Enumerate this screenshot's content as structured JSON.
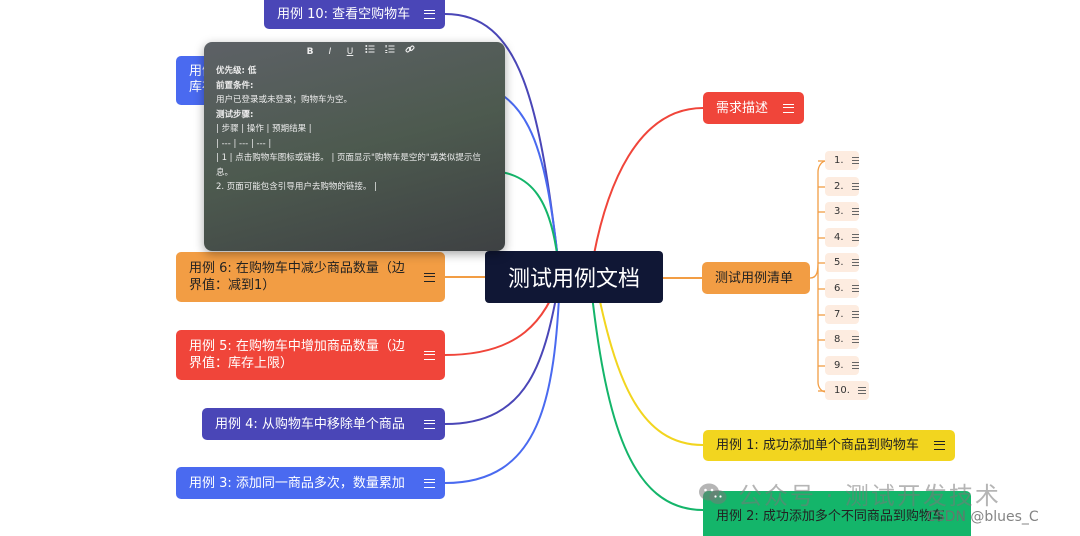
{
  "center": {
    "title": "测试用例文档"
  },
  "right_nodes": {
    "requirements": "需求描述",
    "testcase_list": "测试用例清单",
    "case1": "用例 1: 成功添加单个商品到购物车",
    "case2": "用例 2: 成功添加多个不同商品到购物车"
  },
  "left_nodes": {
    "case10": "用例 10: 查看空购物车",
    "case_hidden_prefix": "用例",
    "case_hidden_line2": "库存",
    "case6": "用例 6: 在购物车中减少商品数量（边界值：减到1）",
    "case5": "用例 5: 在购物车中增加商品数量（边界值：库存上限）",
    "case4": "用例 4: 从购物车中移除单个商品",
    "case3": "用例 3: 添加同一商品多次，数量累加"
  },
  "list_items": [
    "1.",
    "2.",
    "3.",
    "4.",
    "5.",
    "6.",
    "7.",
    "8.",
    "9.",
    "10."
  ],
  "popup": {
    "toolbar": [
      "B",
      "I",
      "U",
      "bullet-list-icon",
      "numbered-list-icon",
      "link-icon"
    ],
    "priority": "优先级: 低",
    "precondition_title": "前置条件:",
    "precondition": "用户已登录或未登录；购物车为空。",
    "steps_title": "测试步骤:",
    "table_header": "| 步骤 | 操作 | 预期结果 |",
    "table_sep": "| --- | --- | --- |",
    "row1": "| 1 | 点击购物车图标或链接。 | 页面显示\"购物车是空的\"或类似提示信息。",
    "row2": "2. 页面可能包含引导用户去购物的链接。 |"
  },
  "watermark": {
    "wechat": "公众号 · 测试开发技术",
    "csdn": "CSDN @blues_C"
  },
  "colors": {
    "center_bg": "#101735",
    "red": "#f0453a",
    "orange": "#f29d44",
    "yellow": "#f2d51f",
    "green": "#14b56a",
    "indigo": "#4a46b7",
    "blue": "#4a6af0",
    "list_item_bg": "#fdece0"
  }
}
